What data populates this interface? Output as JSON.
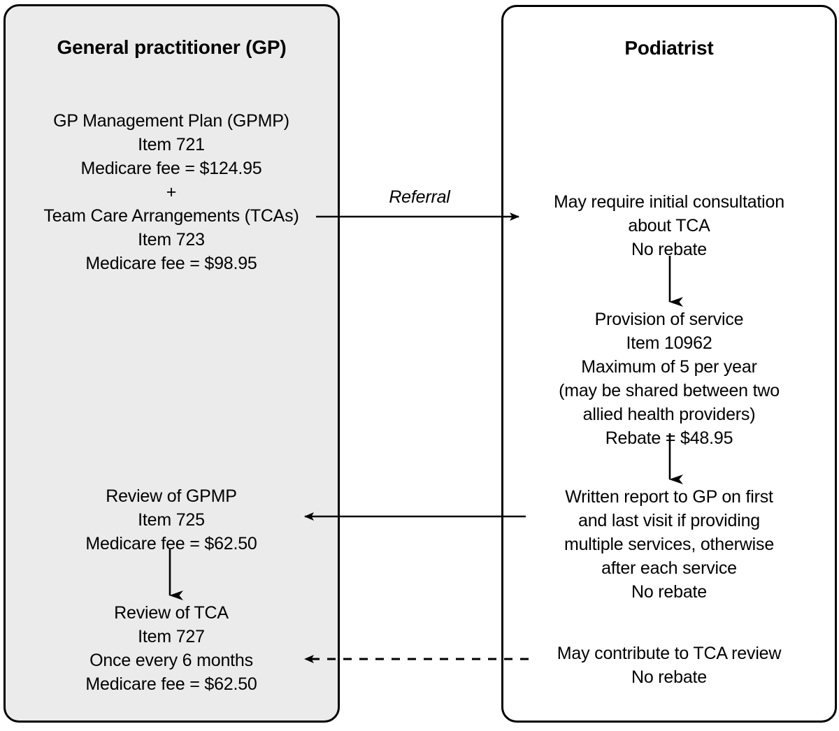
{
  "diagram": {
    "title": "Medicare items and fees flow between General practitioner and Podiatrist",
    "background_color": "#ffffff",
    "line_color": "#000000"
  },
  "panels": {
    "gp": {
      "title": "General practitioner (GP)",
      "fill_color": "#ebebeb",
      "border_color": "#000000",
      "blocks": {
        "gpmp_tca": "GP Management Plan (GPMP)\nItem 721\nMedicare fee = $124.95\n+\nTeam Care Arrangements (TCAs)\nItem 723\nMedicare fee = $98.95",
        "review_gpmp": "Review of GPMP\nItem 725\nMedicare fee = $62.50",
        "review_tca": "Review of TCA\nItem 727\nOnce every 6 months\nMedicare fee = $62.50"
      }
    },
    "podiatrist": {
      "title": "Podiatrist",
      "fill_color": "#ffffff",
      "border_color": "#000000",
      "blocks": {
        "initial_consult": "May require initial consultation\nabout TCA\nNo rebate",
        "provision_of_service": "Provision of service\nItem 10962\nMaximum of 5 per year\n(may be shared between two\nallied health providers)\nRebate = $48.95",
        "written_report": "Written report to GP on first\nand last visit if providing\nmultiple services, otherwise\nafter each service\nNo rebate",
        "contribute_tca_review": "May contribute to TCA review\nNo rebate"
      }
    }
  },
  "edges": {
    "referral_label": "Referral"
  },
  "chart_data": {
    "type": "flowchart",
    "title": "Medicare items and fees flow between General practitioner and Podiatrist",
    "nodes": [
      {
        "id": "gpmp_tca",
        "lane": "General practitioner (GP)",
        "text": "GP Management Plan (GPMP) Item 721 Medicare fee = $124.95 + Team Care Arrangements (TCAs) Item 723 Medicare fee = $98.95",
        "items": [
          "721",
          "723"
        ],
        "fees": [
          "$124.95",
          "$98.95"
        ]
      },
      {
        "id": "review_gpmp",
        "lane": "General practitioner (GP)",
        "text": "Review of GPMP Item 725 Medicare fee = $62.50",
        "items": [
          "725"
        ],
        "fees": [
          "$62.50"
        ]
      },
      {
        "id": "review_tca",
        "lane": "General practitioner (GP)",
        "text": "Review of TCA Item 727 Once every 6 months Medicare fee = $62.50",
        "items": [
          "727"
        ],
        "fees": [
          "$62.50"
        ]
      },
      {
        "id": "initial_consult",
        "lane": "Podiatrist",
        "text": "May require initial consultation about TCA No rebate",
        "items": [],
        "fees": [
          "No rebate"
        ]
      },
      {
        "id": "provision_of_service",
        "lane": "Podiatrist",
        "text": "Provision of service Item 10962 Maximum of 5 per year (may be shared between two allied health providers) Rebate = $48.95",
        "items": [
          "10962"
        ],
        "fees": [
          "$48.95"
        ]
      },
      {
        "id": "written_report",
        "lane": "Podiatrist",
        "text": "Written report to GP on first and last visit if providing multiple services, otherwise after each service No rebate",
        "items": [],
        "fees": [
          "No rebate"
        ]
      },
      {
        "id": "contribute_tca_review",
        "lane": "Podiatrist",
        "text": "May contribute to TCA review No rebate",
        "items": [],
        "fees": [
          "No rebate"
        ]
      }
    ],
    "edges": [
      {
        "from": "gpmp_tca",
        "to": "initial_consult",
        "label": "Referral",
        "style": "solid",
        "direction": "right"
      },
      {
        "from": "initial_consult",
        "to": "provision_of_service",
        "label": "",
        "style": "solid",
        "direction": "down"
      },
      {
        "from": "provision_of_service",
        "to": "written_report",
        "label": "",
        "style": "solid",
        "direction": "down"
      },
      {
        "from": "written_report",
        "to": "review_gpmp",
        "label": "",
        "style": "solid",
        "direction": "left"
      },
      {
        "from": "review_gpmp",
        "to": "review_tca",
        "label": "",
        "style": "solid",
        "direction": "down"
      },
      {
        "from": "contribute_tca_review",
        "to": "review_tca",
        "label": "",
        "style": "dashed",
        "direction": "left"
      }
    ],
    "lanes": [
      "General practitioner (GP)",
      "Podiatrist"
    ]
  }
}
